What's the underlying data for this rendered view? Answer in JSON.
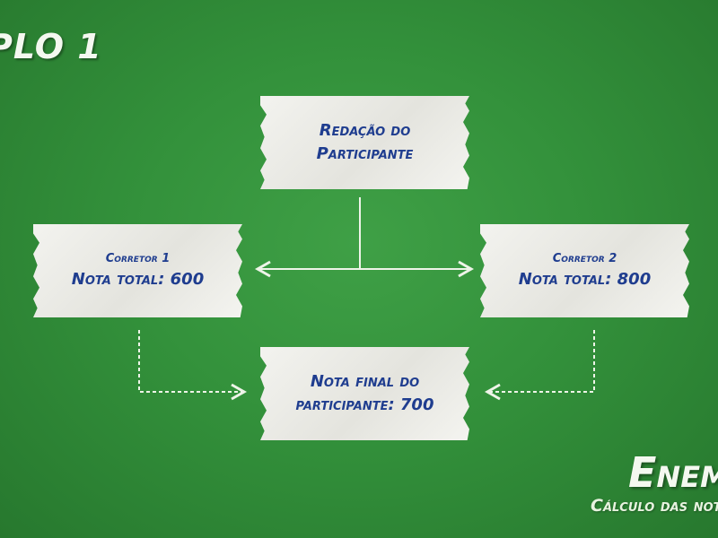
{
  "header": {
    "title": "PLO 1"
  },
  "diagram": {
    "essay": {
      "line1": "Redação do",
      "line2": "Participante"
    },
    "grader1": {
      "label": "Corretor 1",
      "score": "Nota total: 600"
    },
    "grader2": {
      "label": "Corretor 2",
      "score": "Nota total: 800"
    },
    "final": {
      "line1": "Nota final do",
      "line2": "participante: 700"
    }
  },
  "branding": {
    "name": "Enem",
    "subtitle": "Cálculo das notas"
  },
  "colors": {
    "background": "#35933c",
    "card_text": "#1f3d8f",
    "lines": "#eef4e8"
  }
}
